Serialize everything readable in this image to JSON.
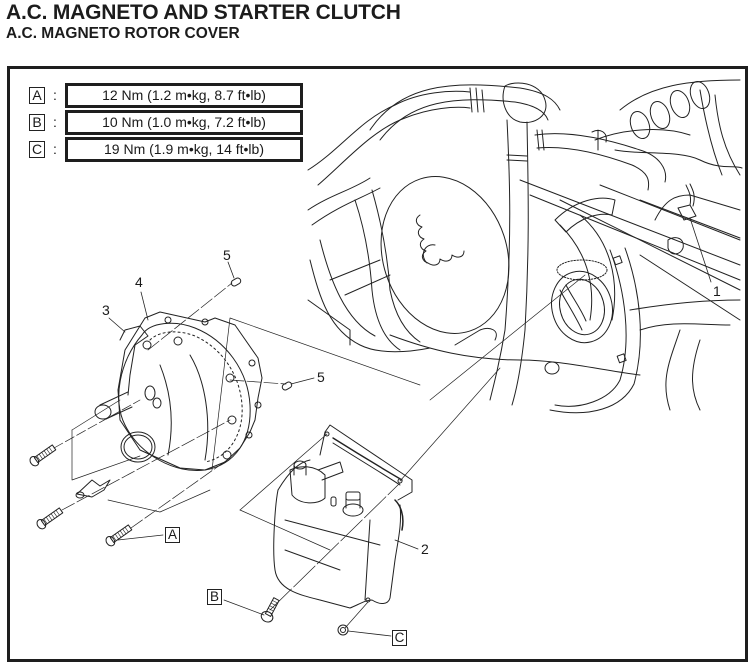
{
  "header": {
    "title": "A.C. MAGNETO AND STARTER CLUTCH",
    "subtitle": "A.C. MAGNETO ROTOR COVER"
  },
  "torque_legend": [
    {
      "key": "A",
      "value": "12 Nm (1.2 m•kg, 8.7 ft•lb)"
    },
    {
      "key": "B",
      "value": "10 Nm (1.0 m•kg, 7.2 ft•lb)"
    },
    {
      "key": "C",
      "value": "19 Nm (1.9 m•kg, 14 ft•lb)"
    }
  ],
  "part_callouts": [
    {
      "id": "1"
    },
    {
      "id": "2"
    },
    {
      "id": "3"
    },
    {
      "id": "4"
    },
    {
      "id": "5"
    },
    {
      "id": "5"
    }
  ],
  "torque_callouts": [
    {
      "key": "A"
    },
    {
      "key": "B"
    },
    {
      "key": "C"
    }
  ],
  "colors": {
    "line": "#1e1e1e",
    "background": "#ffffff"
  }
}
